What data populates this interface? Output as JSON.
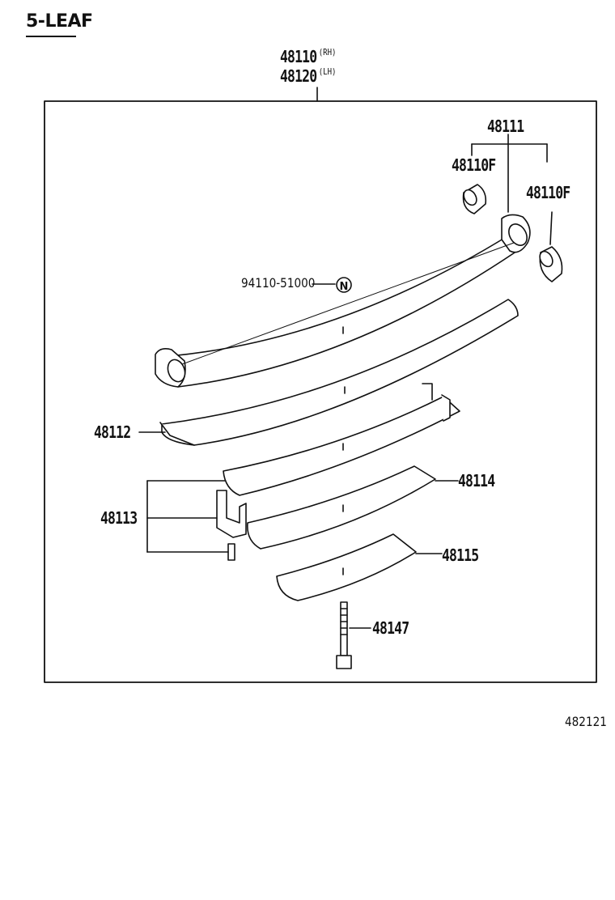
{
  "title": "5-LEAF",
  "diagram_code": "482121",
  "assembly": {
    "part_rh": "48110",
    "side_rh": "(RH)",
    "part_lh": "48120",
    "side_lh": "(LH)"
  },
  "parts": {
    "p48111": "48111",
    "p48110f_left": "48110F",
    "p48110f_right": "48110F",
    "p94110": "94110-51000",
    "p94110_marker": "N",
    "p48112": "48112",
    "p48113": "48113",
    "p48114": "48114",
    "p48115": "48115",
    "p48147": "48147"
  }
}
